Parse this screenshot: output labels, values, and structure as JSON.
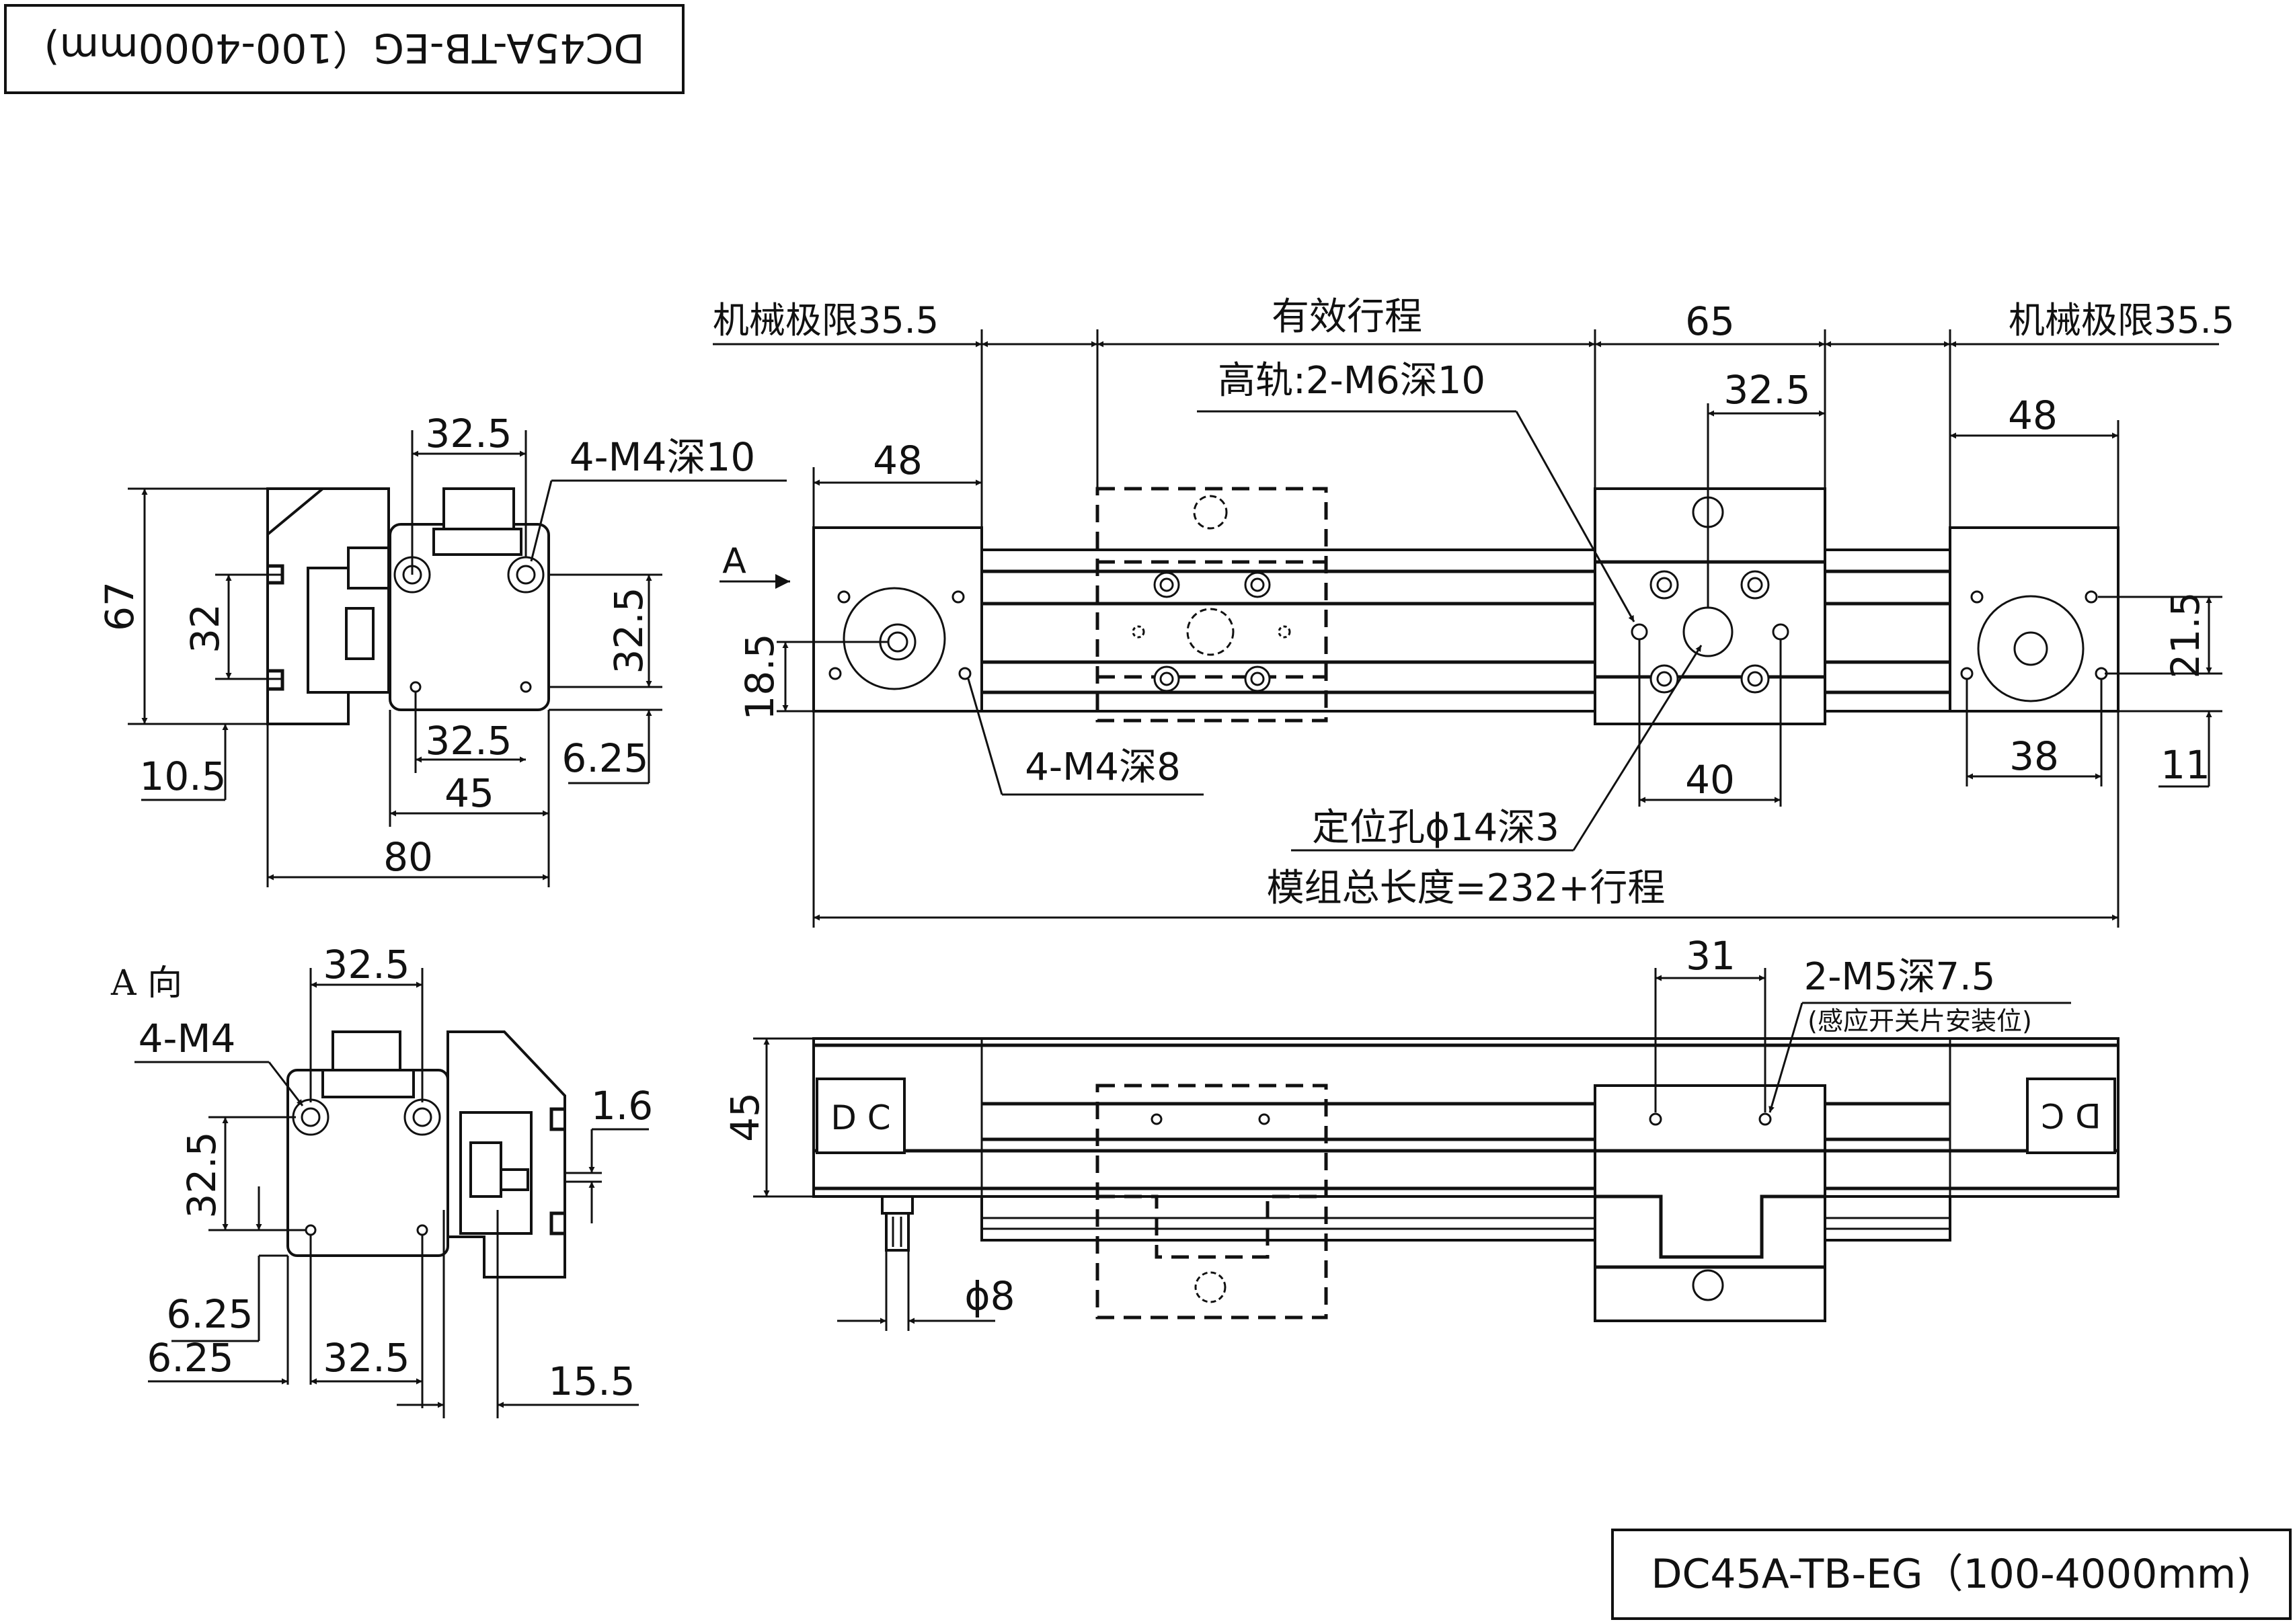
{
  "title_block": {
    "model": "DC45A-TB-EG（100-4000mm)",
    "mirrored_model": "DC45A-TB-EG（100-4000mm)"
  },
  "top_view": {
    "mech_limit_left": "机械极限35.5",
    "effective_stroke": "有效行程",
    "carriage_width": "65",
    "mech_limit_right": "机械极限35.5",
    "high_rail_holes": "高轨:2-M6深10",
    "half_width": "32.5",
    "end_width_left": "48",
    "end_width_right": "48",
    "view_arrow": "A",
    "bore_height": "18.5",
    "end_holes": "4-M4深8",
    "locating_spacing": "40",
    "right_hole_spacing": "38",
    "right_vertical": "21.5",
    "right_offset": "11",
    "locating_hole": "定位孔ϕ14深3",
    "total_length": "模组总长度=232+行程"
  },
  "section_view": {
    "top_spacing": "32.5",
    "motor_holes": "4-M4深10",
    "height": "67",
    "slot_spacing": "32",
    "vertical_spacing": "32.5",
    "bottom_spacing": "32.5",
    "hole_offset": "6.25",
    "base_offset": "10.5",
    "motor_width": "45",
    "total_width": "80"
  },
  "a_view": {
    "label": "A  向",
    "top_spacing": "32.5",
    "holes": "4-M4",
    "rail_gap": "1.6",
    "vertical_spacing": "32.5",
    "offset_a": "6.25",
    "offset_b": "6.25",
    "bottom_spacing": "32.5",
    "side_offset": "15.5"
  },
  "side_view": {
    "sensor_spacing": "31",
    "sensor_holes": "2-M5深7.5",
    "sensor_note": "(感应开关片安装位)",
    "height": "45",
    "shaft_dia": "ϕ8",
    "logo_left": "D C",
    "logo_right": "D C"
  }
}
